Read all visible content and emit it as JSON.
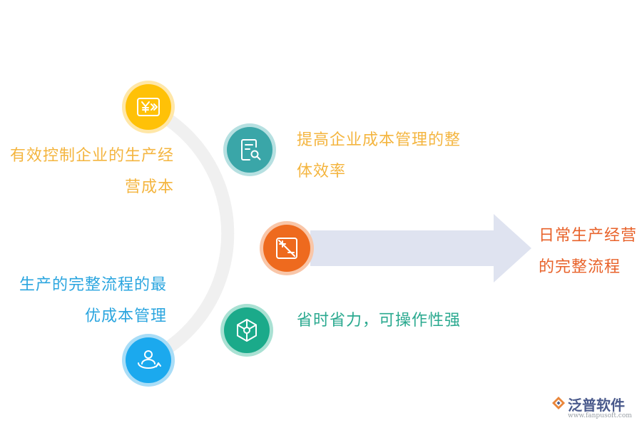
{
  "diagram": {
    "nodes": [
      {
        "id": "cost-control",
        "icon": "yen-icon",
        "color": "#FFC107",
        "lines": [
          "有效控制企业的生产经",
          "营成本"
        ],
        "text_color": "#F4B53F"
      },
      {
        "id": "efficiency",
        "icon": "document-search-icon",
        "color": "#3AA6A8",
        "lines": [
          "提高企业成本管理的整",
          "体效率"
        ],
        "text_color": "#F4B53F"
      },
      {
        "id": "center",
        "icon": "plus-minus-icon",
        "color": "#EE6A1E",
        "lines": [
          "日常生产经营",
          "的完整流程"
        ],
        "text_color": "#E8622A"
      },
      {
        "id": "easy-operate",
        "icon": "network-hexagon-icon",
        "color": "#1BAA8A",
        "lines": [
          "省时省力，可操作性强"
        ],
        "text_color": "#2AA98F"
      },
      {
        "id": "optimal-cost",
        "icon": "user-cycle-icon",
        "color": "#1BA9EE",
        "lines": [
          "生产的完整流程的最",
          "优成本管理"
        ],
        "text_color": "#2AA5DF"
      }
    ],
    "arrow_color": "#DFE3F0",
    "arc_color": "#F0F0F0"
  },
  "logo": {
    "brand": "泛普软件",
    "url": "www.fanpusoft.com",
    "brand_color": "#4A5A8C",
    "icon": "fanpu-logo-icon"
  }
}
